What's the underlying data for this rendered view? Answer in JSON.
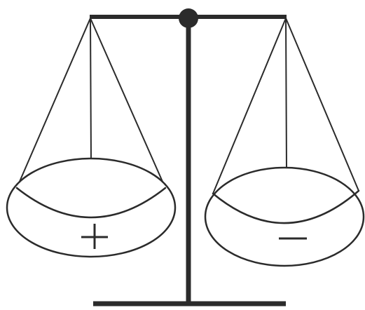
{
  "diagram": {
    "type": "balance-scale",
    "colors": {
      "stroke": "#2b2b2b",
      "fill": "#ffffff",
      "pivot": "#2b2b2b"
    },
    "pans": [
      {
        "side": "left",
        "symbol": "plus"
      },
      {
        "side": "right",
        "symbol": "minus"
      }
    ]
  }
}
